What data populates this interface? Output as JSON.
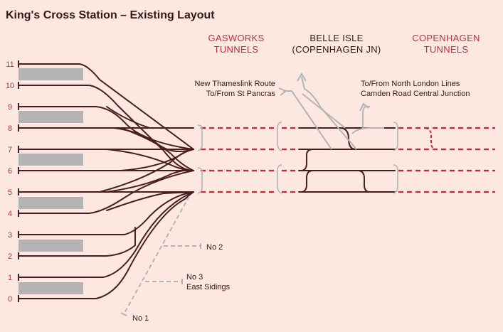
{
  "title": "King's Cross Station – Existing Layout",
  "headers": {
    "gasworks_line1": "GASWORKS",
    "gasworks_line2": "TUNNELS",
    "belle_line1": "BELLE ISLE",
    "belle_line2": "(COPENHAGEN JN)",
    "copen_line1": "COPENHAGEN",
    "copen_line2": "TUNNELS"
  },
  "labels": {
    "thameslink_1": "New Thameslink Route",
    "thameslink_2": "To/From St Pancras",
    "northlondon_1": "To/From North London Lines",
    "northlondon_2": "Camden Road Central Junction",
    "no2": "No 2",
    "no3_1": "No 3",
    "no3_2": "East Sidings",
    "no1": "No 1"
  },
  "platforms": [
    "0",
    "1",
    "2",
    "3",
    "4",
    "5",
    "6",
    "7",
    "8",
    "9",
    "10",
    "11"
  ],
  "colors": {
    "background": "#fde8e1",
    "track": "#4a1d20",
    "tunnel_track": "#c22a3a",
    "accent_red": "#c0303a",
    "grey": "#b4b4b4"
  }
}
